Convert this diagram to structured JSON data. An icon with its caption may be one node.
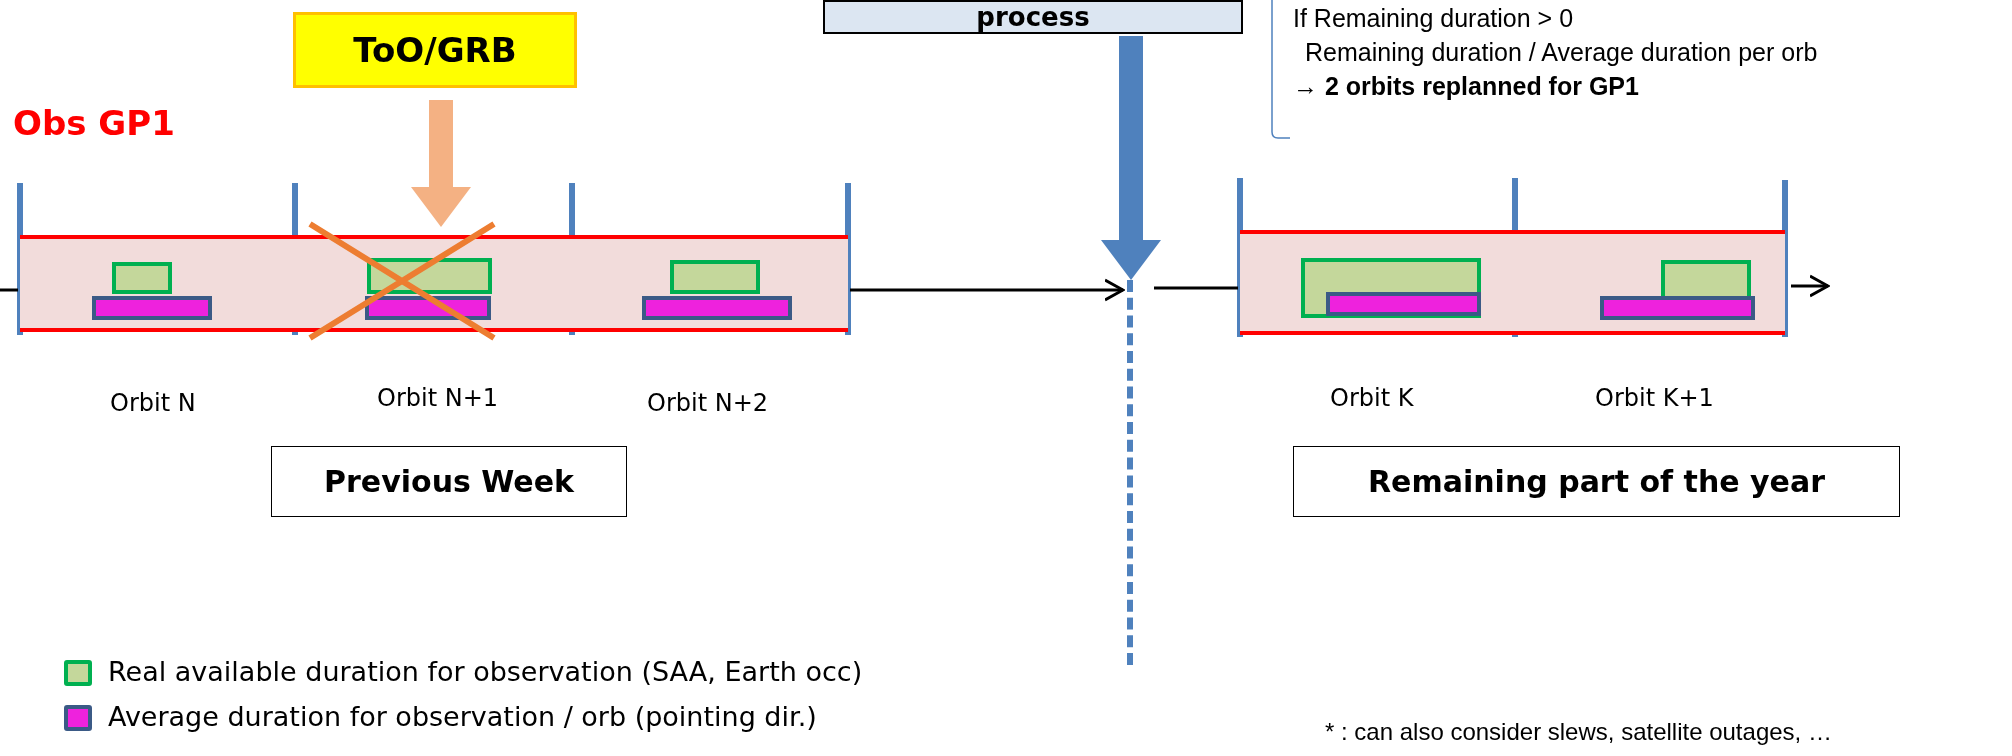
{
  "diagram": {
    "nodes": [
      {
        "text": [
          "ToO/GRB"
        ]
      },
      {
        "text": [
          "process"
        ]
      },
      {
        "text": [],
        "shape": "box",
        "beside": [
          "Orbit N"
        ]
      },
      {
        "text": [],
        "shape": "box",
        "beside": [
          "Orbit N+1"
        ]
      },
      {
        "text": [],
        "shape": "box",
        "beside": [
          "Orbit N+2"
        ]
      },
      {
        "text": [],
        "shape": "bar"
      },
      {
        "text": [],
        "shape": "box",
        "beside": [
          "Orbit K"
        ]
      },
      {
        "text": [],
        "shape": "box",
        "beside": [
          "Orbit K+1"
        ]
      },
      {
        "text": [
          "Previous Week"
        ]
      },
      {
        "text": [
          "Remaining part of the year"
        ]
      }
    ],
    "edges": [
      {
        "from": 0,
        "to": 3,
        "arrow": "to",
        "style": "thick",
        "color": "#f4b183"
      },
      {
        "from": 1,
        "to": 5,
        "arrow": "to",
        "style": "thick",
        "color": "#4f81bd"
      },
      {
        "from": null,
        "to": 2,
        "arrow": "none"
      },
      {
        "from": 4,
        "to": 5,
        "arrow": "to"
      },
      {
        "from": 5,
        "to": 6,
        "arrow": "none"
      },
      {
        "from": 7,
        "to": null,
        "arrow": "to"
      }
    ],
    "labels": [
      "Obs GP1",
      "If Remaining duration > 0",
      "Remaining duration / Average duration per orb",
      "→ **2 orbits replanned for GP1**",
      "* : can also consider slews, satellite outages, …"
    ],
    "legend": [
      {
        "text": "Real available duration for observation (SAA, Earth occ)",
        "color": "#c4d79b"
      },
      {
        "text": "Average duration for observation / orb (pointing dir.)",
        "color": "#ee22dd"
      }
    ]
  }
}
